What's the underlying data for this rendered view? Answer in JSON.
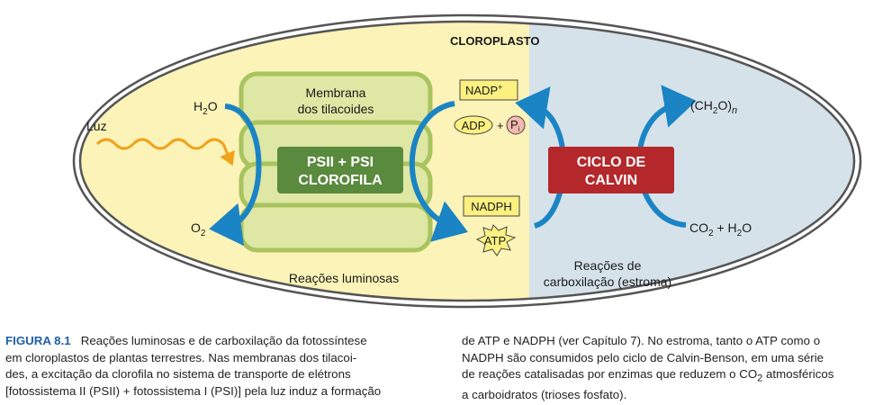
{
  "diagram": {
    "chloroplast_label": "CLOROPLASTO",
    "thylakoid_label_line1": "Membrana",
    "thylakoid_label_line2": "dos tilacoides",
    "light_label": "Luz",
    "water_in": "H",
    "water_in_sub": "2",
    "water_in_tail": "O",
    "oxygen_out": "O",
    "oxygen_out_sub": "2",
    "psii_line1": "PSII + PSI",
    "psii_line2": "CLOROFILA",
    "nadp_plus": "NADP",
    "nadp_plus_sup": "+",
    "adp": "ADP",
    "plus_sign": "+",
    "pi": "P",
    "pi_sub": "i",
    "nadph": "NADPH",
    "atp": "ATP",
    "calvin_line1": "CICLO DE",
    "calvin_line2": "CALVIN",
    "ch2o_a": "(CH",
    "ch2o_sub": "2",
    "ch2o_b": "O)",
    "ch2o_n": "n",
    "co2_a": "CO",
    "co2_sub": "2",
    "co2_b": " + H",
    "co2_sub2": "2",
    "co2_c": "O",
    "light_reactions_label": "Reações luminosas",
    "carbox_line1": "Reações de",
    "carbox_line2": "carboxilação (estroma)"
  },
  "caption": {
    "figure_label": "FIGURA 8.1",
    "col1_line1": "Reações luminosas e de carboxilação da fotossíntese",
    "col1_line2": "em cloroplastos de plantas terrestres. Nas membranas dos tilacoi-",
    "col1_line3": "des, a excitação da clorofila no sistema de transporte de elétrons",
    "col1_line4": "[fotossistema II (PSII) + fotossistema I (PSI)] pela luz induz a formação",
    "col2_line1": "de ATP e NADPH (ver Capítulo 7). No estroma, tanto o ATP como o",
    "col2_line2": "NADPH são consumidos pelo ciclo de Calvin-Benson, em uma série",
    "col2_line3a": "de reações catalisadas por enzimas que reduzem o CO",
    "col2_line3sub": "2",
    "col2_line3b": " atmosféricos",
    "col2_line4": "a carboidratos (trioses fosfato)."
  },
  "colors": {
    "light_zone": "#fbf3b8",
    "stroma_zone": "#d6e2ea",
    "thylakoid_fill": "#dfe7a4",
    "thylakoid_stroke": "#a9c35e",
    "psii_box": "#5a8a3e",
    "calvin_box": "#b4282b",
    "arrow_blue": "#1a84c4",
    "light_arrow": "#f0a21a",
    "caption_blue": "#1f5fa8"
  }
}
